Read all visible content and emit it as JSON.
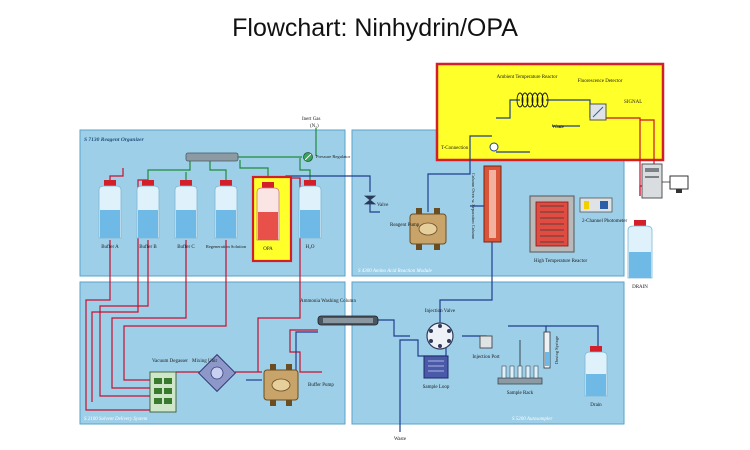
{
  "title": "Flowchart: Ninhydrin/OPA",
  "colors": {
    "panel": "#9ecfe8",
    "panel_border": "#5aa0c8",
    "highlight": "#ffff2a",
    "highlight_border": "#d31f2a",
    "line_red": "#c8102e",
    "line_green": "#1f8a3a",
    "line_blue": "#1f3f8f"
  },
  "modules": {
    "reagent_organizer": "S 7130 Reagent Organizer",
    "reaction_module": "S 4300 Amino Acid Reaction Module",
    "solvent_delivery": "S 2100 Solvent Delivery System",
    "autosampler": "S 5200 Autosampler"
  },
  "labels": {
    "inert_gas": "Inert Gas",
    "inert_gas_formula": "(N₂)",
    "pressure_regulator": "Pressure Regulator",
    "buffer_a": "Buffer A",
    "buffer_b": "Buffer B",
    "buffer_c": "Buffer C",
    "regeneration": "Regeneration Solution",
    "opa": "OPA",
    "h2o": "H₂O",
    "valve": "Valve",
    "reagent_pump": "Reagent Pump",
    "column_oven": "Column Oven w. Separation Column",
    "ht_reactor": "High Temperature Reactor",
    "photometer": "2-Channel Photometer",
    "t_connection": "T-Connection",
    "ambient_reactor": "Ambient Temperature Reactor",
    "fluorescence_detector": "Fluorescence Detector",
    "signal": "SIGNAL",
    "waste": "Waste",
    "drain": "DRAIN",
    "ammonia_column": "Ammonia Washing Column",
    "vacuum_degasser": "Vacuum Degasser",
    "mixing_unit": "Mixing Unit",
    "buffer_pump": "Buffer Pump",
    "injection_valve": "Injection Valve",
    "sample_loop": "Sample Loop",
    "injection_port": "Injection Port",
    "sample_rack": "Sample Rack",
    "dosing_syringe": "Dosing Syringe",
    "drain_small": "Drain",
    "waste_bottom": "Waste"
  }
}
